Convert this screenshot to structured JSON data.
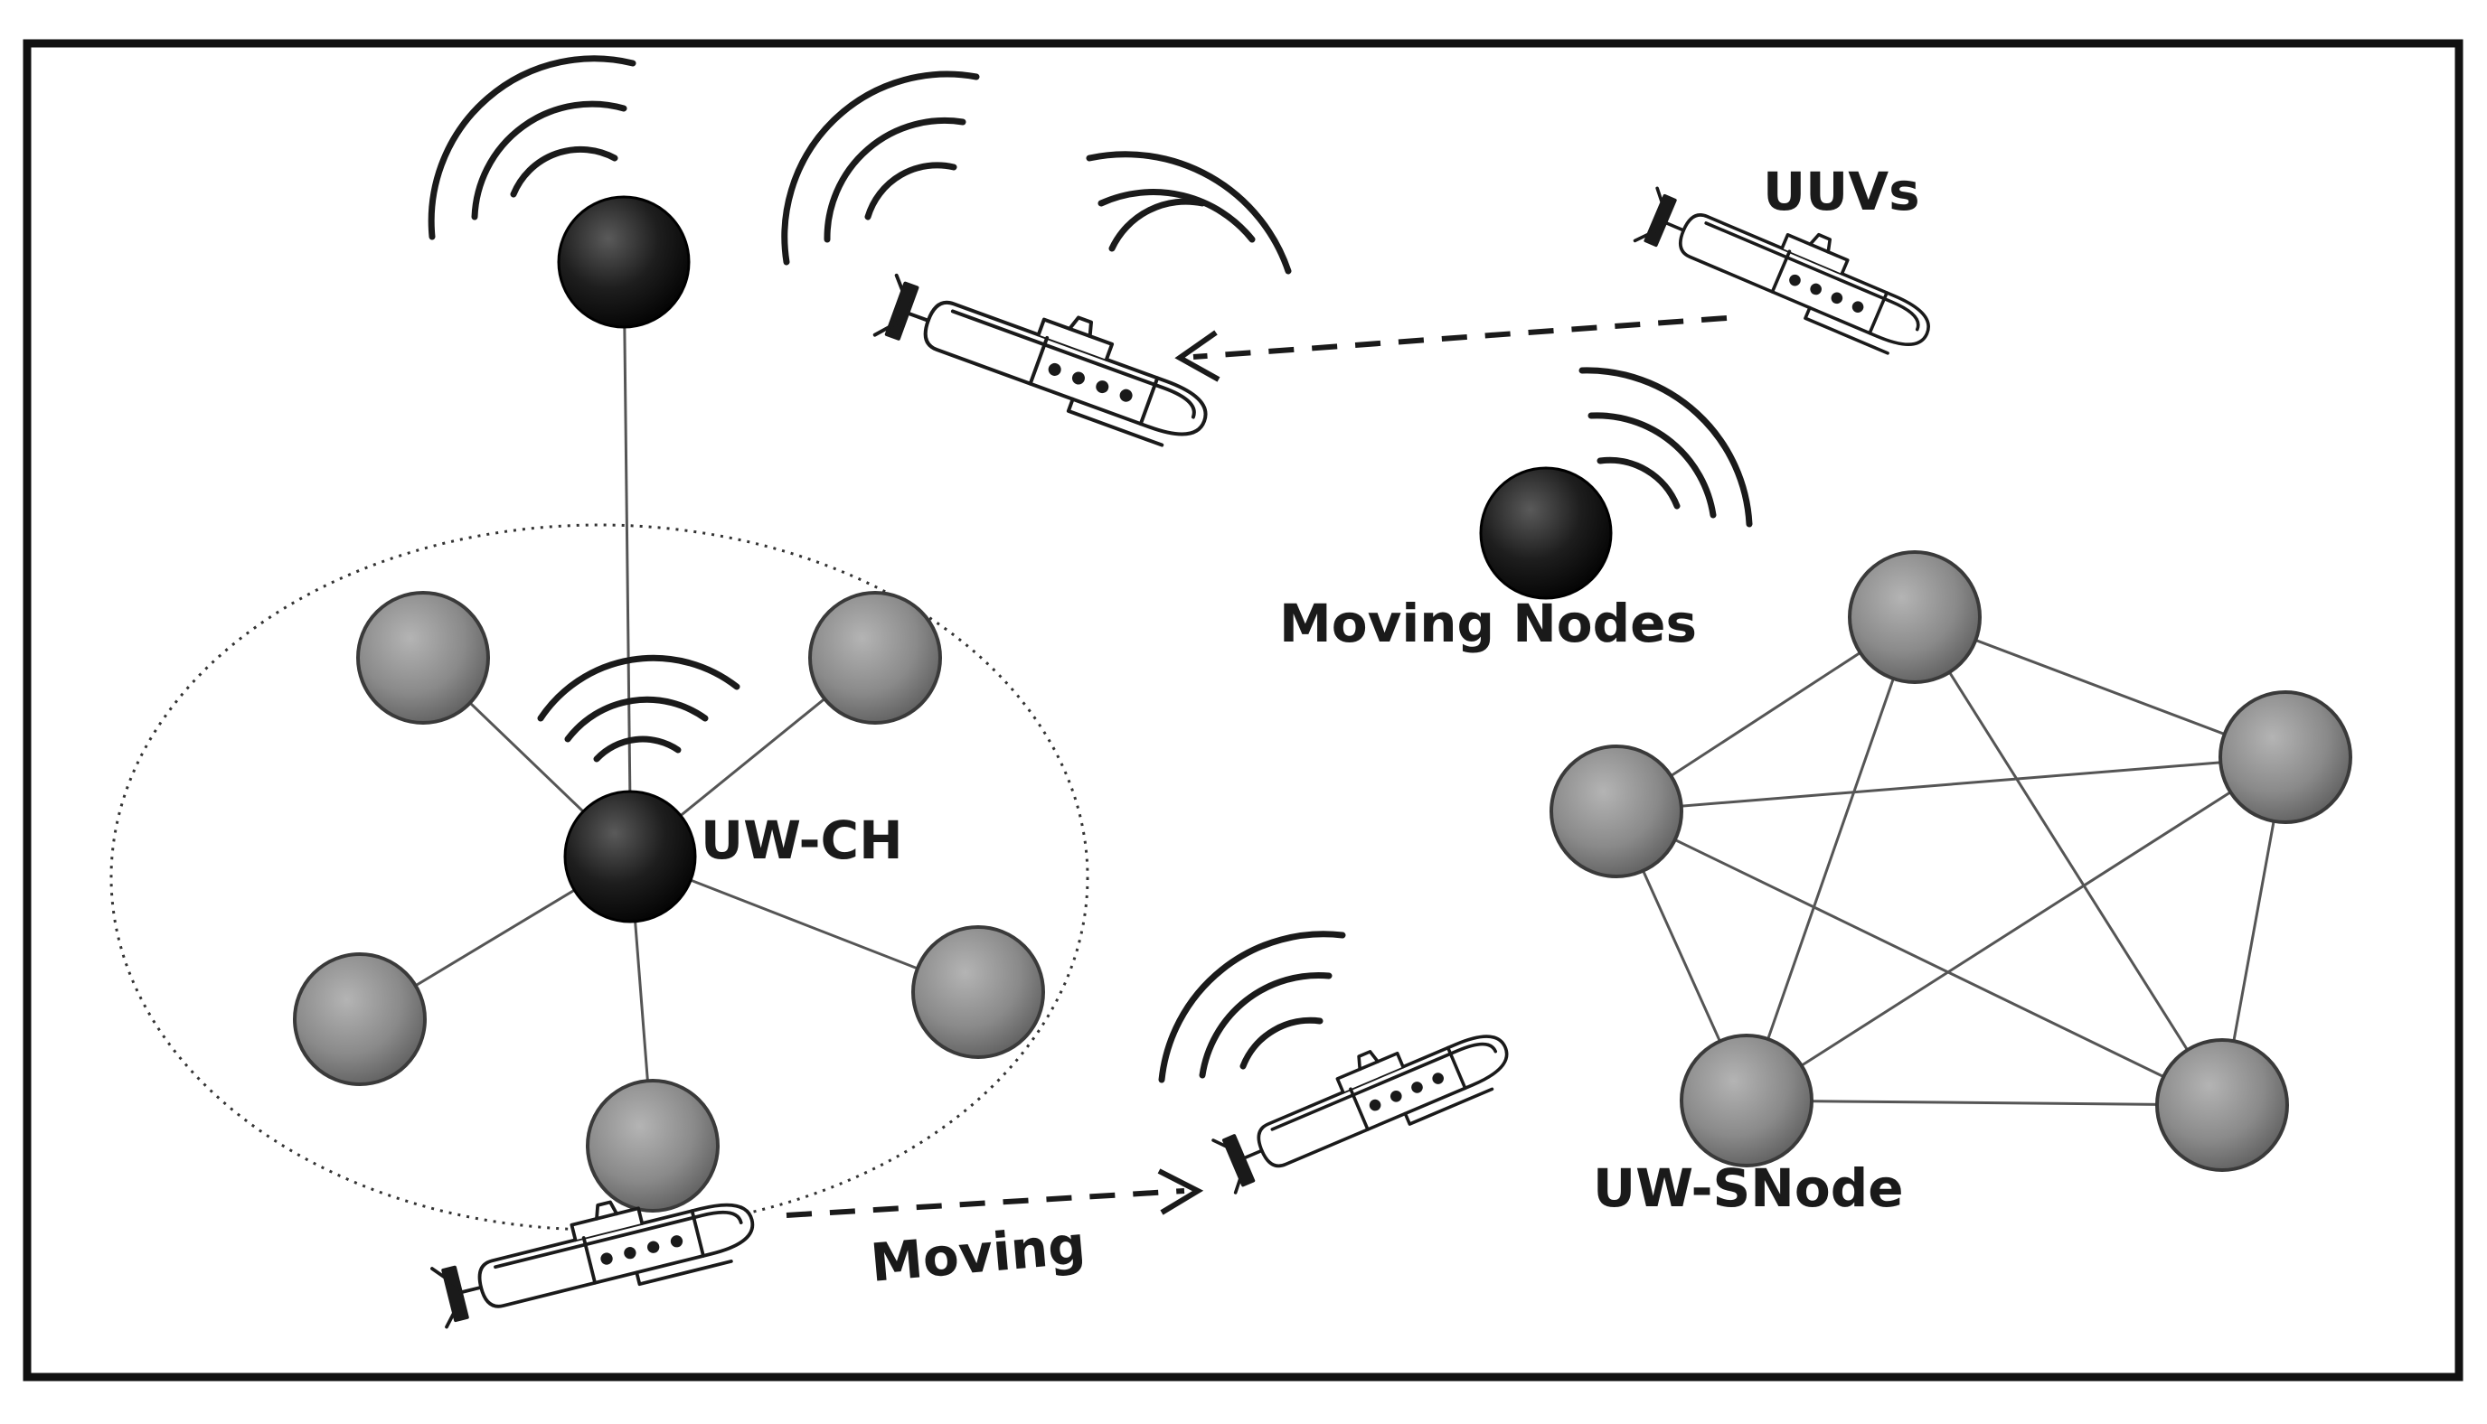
{
  "labels": {
    "uuvs": "UUVs",
    "moving_nodes": "Moving Nodes",
    "uw_ch": "UW-CH",
    "moving": "Moving",
    "uw_snode": "UW-SNode"
  },
  "colors": {
    "border": "#111111",
    "dark_node": "#1c1c1c",
    "gray_node": "#8c8c8c",
    "link": "#555555",
    "wave": "#1a1a1a"
  },
  "icons": {
    "dark_node": "black-sphere-icon",
    "gray_node": "gray-sphere-icon",
    "vehicle": "submarine-icon",
    "signal": "acoustic-wave-icon",
    "arrow": "dashed-arrow-icon"
  }
}
